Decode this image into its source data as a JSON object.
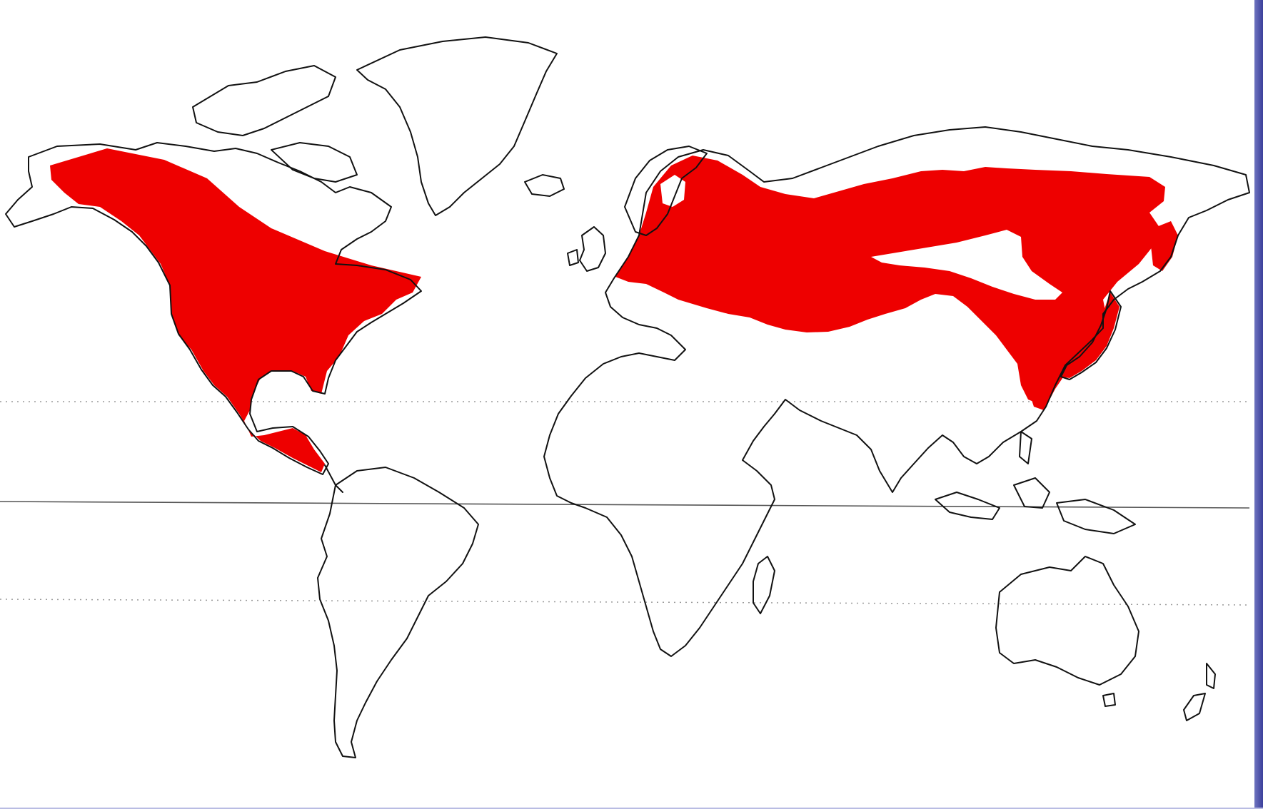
{
  "map": {
    "range_color": "#ee0000",
    "coast_color": "#111111",
    "background_color": "#ffffff",
    "frame_accent_color": "#4a4fae",
    "reference_lines": [
      "tropic-of-cancer",
      "equator",
      "tropic-of-capricorn"
    ],
    "shaded_regions": [
      "north-america",
      "central-america",
      "europe",
      "northern-asia",
      "east-asia",
      "japan"
    ]
  }
}
